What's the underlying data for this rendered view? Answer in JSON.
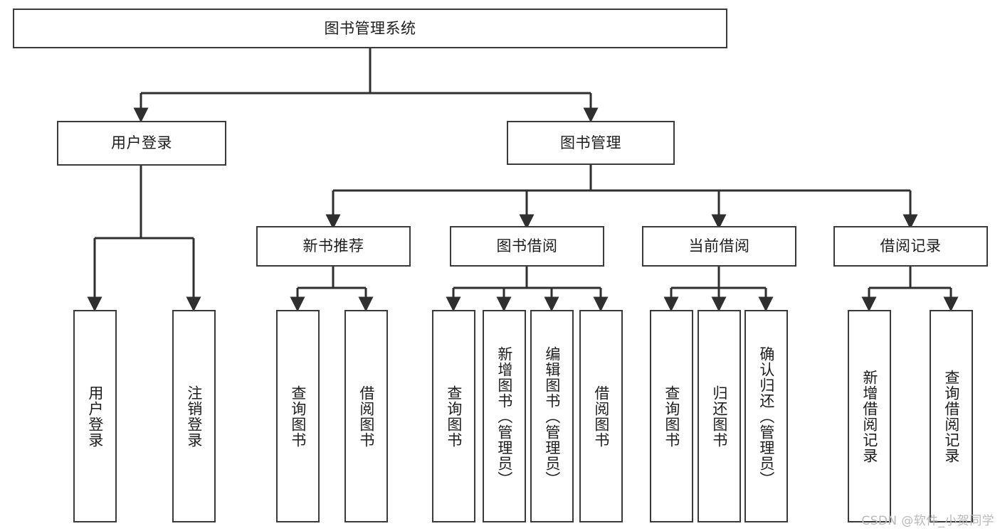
{
  "diagram": {
    "title": "图书管理系统",
    "type": "tree-hierarchy",
    "root": {
      "label": "图书管理系统"
    },
    "level2": [
      {
        "label": "用户登录"
      },
      {
        "label": "图书管理"
      }
    ],
    "level3": [
      {
        "label": "新书推荐"
      },
      {
        "label": "图书借阅"
      },
      {
        "label": "当前借阅"
      },
      {
        "label": "借阅记录"
      }
    ],
    "leaves": {
      "user_login": [
        {
          "label": "用户登录"
        },
        {
          "label": "注销登录"
        }
      ],
      "new_book_recommend": [
        {
          "label": "查询图书"
        },
        {
          "label": "借阅图书"
        }
      ],
      "book_borrow": [
        {
          "label": "查询图书"
        },
        {
          "label": "新增图书（管理员）"
        },
        {
          "label": "编辑图书（管理员）"
        },
        {
          "label": "借阅图书"
        }
      ],
      "current_borrow": [
        {
          "label": "查询图书"
        },
        {
          "label": "归还图书"
        },
        {
          "label": "确认归还（管理员）"
        }
      ],
      "borrow_record": [
        {
          "label": "新增借阅记录"
        },
        {
          "label": "查询借阅记录"
        }
      ]
    }
  },
  "watermark": {
    "text": "CSDN @软件_小贺同学"
  },
  "colors": {
    "box_border": "#3a3a3a",
    "box_fill": "#ffffff",
    "connector": "#2f2f2f",
    "text": "#1d1d1d",
    "watermark": "#b9b9b9",
    "background": "#ffffff"
  }
}
